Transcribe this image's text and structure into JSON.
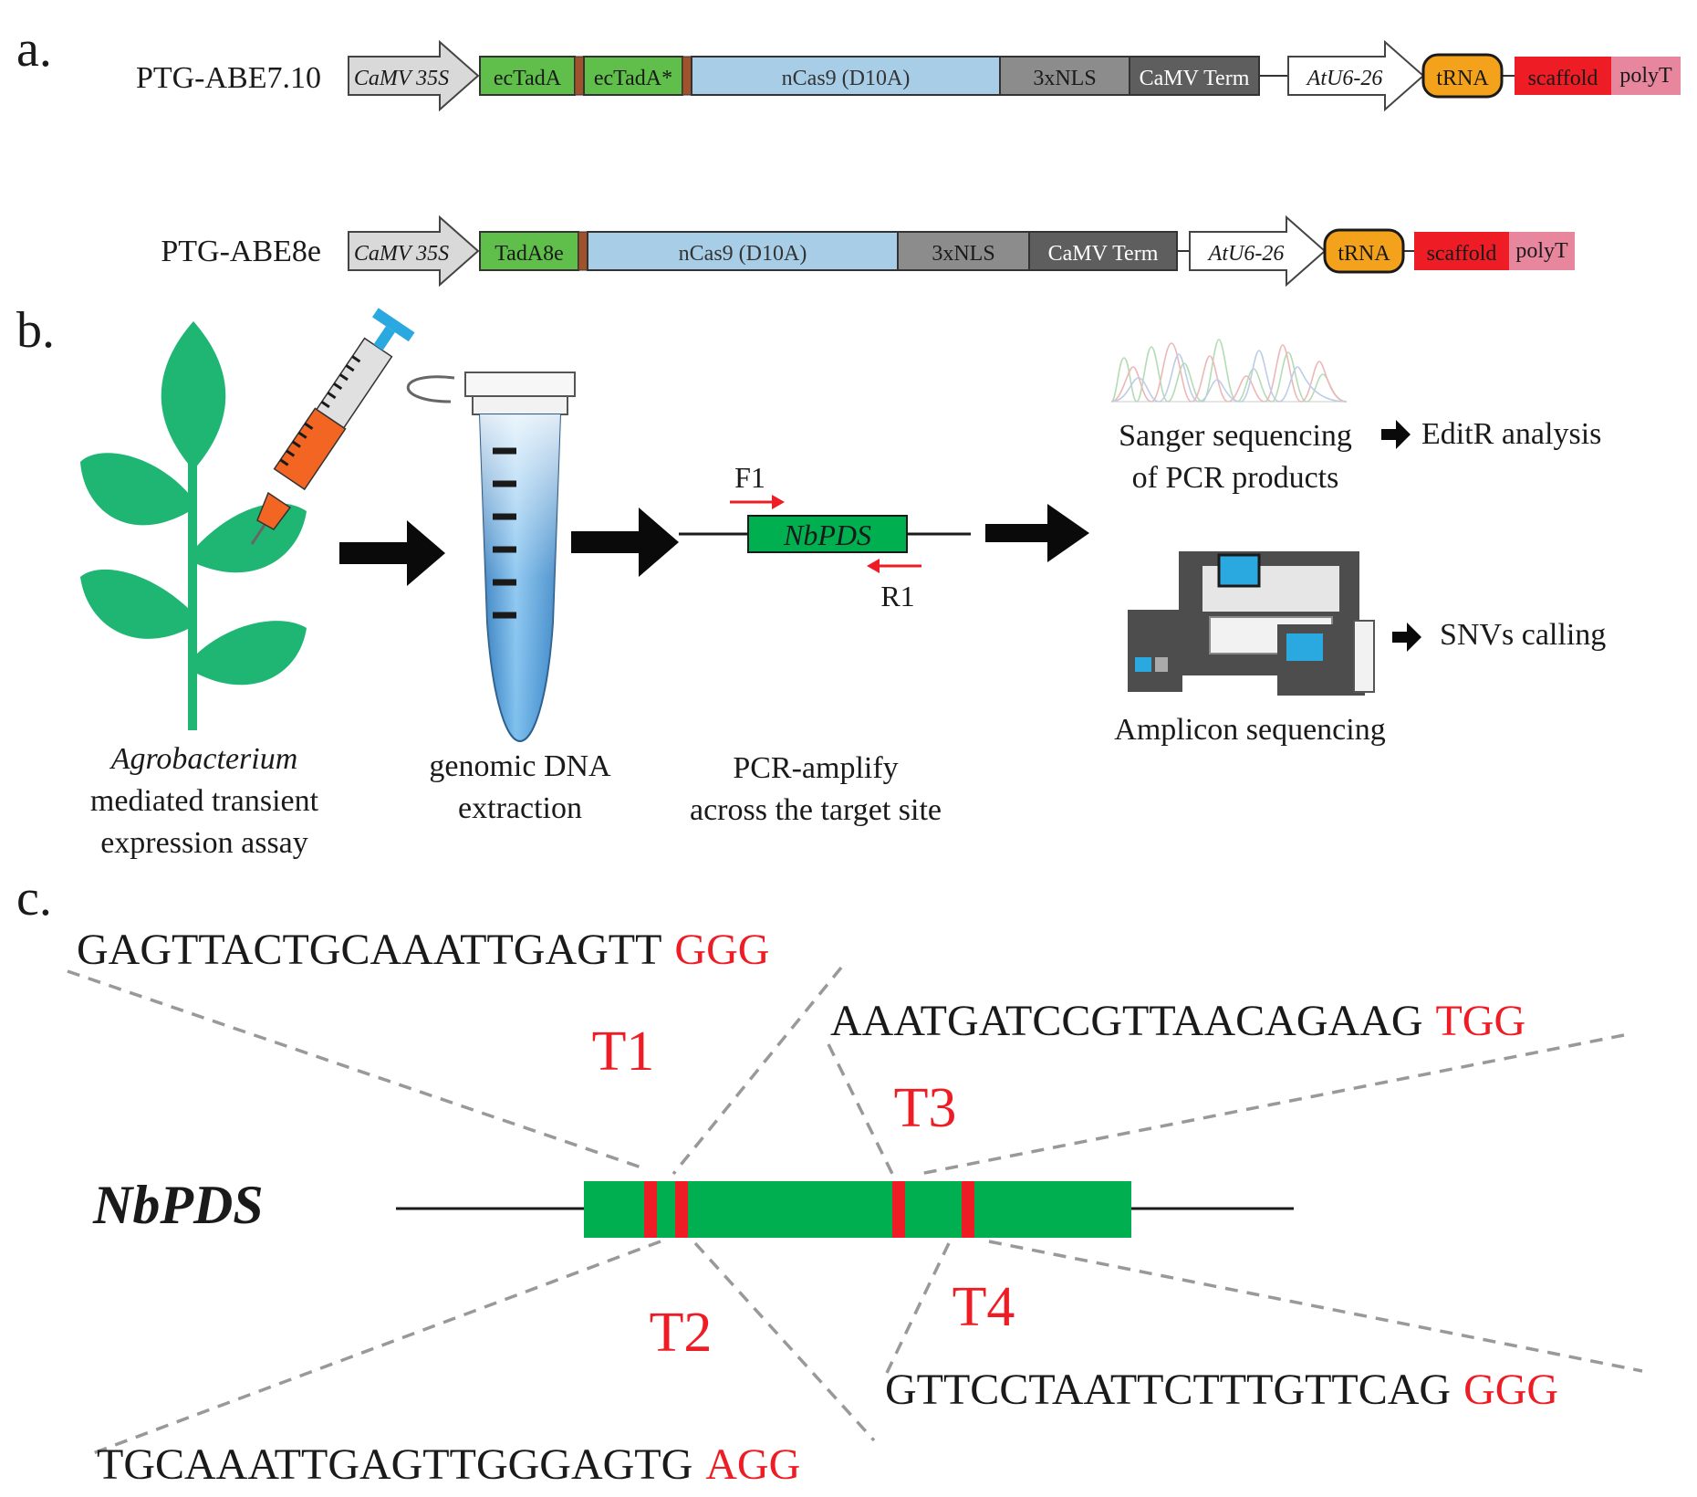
{
  "panel_labels": {
    "a": "a.",
    "b": "b.",
    "c": "c."
  },
  "colors": {
    "promoter": "#d9d9d9",
    "deaminase": "#5fbf4a",
    "cas9": "#a8cde6",
    "nls": "#8c8c8c",
    "terminator": "#5e5e5e",
    "trna": "#f4a21b",
    "scaffold": "#ee1c24",
    "polyt": "#e7869c",
    "linker": "#a0522d",
    "plant": "#1fb573",
    "gene": "#00b050",
    "target": "#ee1c24",
    "accent_red": "#ee1c24"
  },
  "constructs": [
    {
      "name": "PTG-ABE7.10",
      "elements": {
        "promoter": "CaMV 35S",
        "deaminase1": "ecTadA",
        "deaminase2": "ecTadA*",
        "cas9": "nCas9 (D10A)",
        "nls": "3xNLS",
        "terminator": "CaMV Term",
        "u6": "AtU6-26",
        "trna": "tRNA",
        "scaffold": "scaffold",
        "polyt": "polyT"
      }
    },
    {
      "name": "PTG-ABE8e",
      "elements": {
        "promoter": "CaMV 35S",
        "deaminase1": "TadA8e",
        "cas9": "nCas9 (D10A)",
        "nls": "3xNLS",
        "terminator": "CaMV Term",
        "u6": "AtU6-26",
        "trna": "tRNA",
        "scaffold": "scaffold",
        "polyt": "polyT"
      }
    }
  ],
  "workflow": {
    "step1": {
      "italic": "Agrobacterium",
      "line2": "mediated transient",
      "line3": "expression assay"
    },
    "step2": {
      "line1": "genomic DNA",
      "line2": "extraction"
    },
    "step3": {
      "gene": "NbPDS",
      "forward_primer": "F1",
      "reverse_primer": "R1",
      "line1": "PCR-amplify",
      "line2": "across the target site"
    },
    "sanger": {
      "line1": "Sanger sequencing",
      "line2": "of PCR products",
      "result": "EditR analysis"
    },
    "amplicon": {
      "label": "Amplicon sequencing",
      "result": "SNVs calling"
    }
  },
  "targets": {
    "gene": "NbPDS",
    "sites": [
      {
        "id": "T1",
        "protospacer": "GAGTTACTGCAAATTGAGTT",
        "pam": "GGG"
      },
      {
        "id": "T2",
        "protospacer": "TGCAAATTGAGTTGGGAGTG",
        "pam": "AGG"
      },
      {
        "id": "T3",
        "protospacer": "AAATGATCCGTTAACAGAAG",
        "pam": "TGG"
      },
      {
        "id": "T4",
        "protospacer": "GTTCCTAATTCTTTGTTCAG",
        "pam": "GGG"
      }
    ]
  }
}
